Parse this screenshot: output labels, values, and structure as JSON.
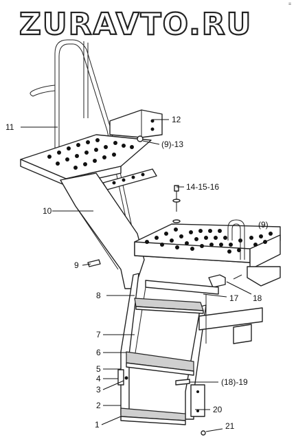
{
  "watermark": "ZURAVTO.RU",
  "corner_mark": "=",
  "callouts": [
    {
      "id": "c1",
      "text": "1"
    },
    {
      "id": "c2",
      "text": "2"
    },
    {
      "id": "c3",
      "text": "3"
    },
    {
      "id": "c4",
      "text": "4"
    },
    {
      "id": "c5",
      "text": "5"
    },
    {
      "id": "c6",
      "text": "6"
    },
    {
      "id": "c7",
      "text": "7"
    },
    {
      "id": "c8",
      "text": "8"
    },
    {
      "id": "c9",
      "text": "9"
    },
    {
      "id": "c10",
      "text": "10"
    },
    {
      "id": "c11",
      "text": "11"
    },
    {
      "id": "c12",
      "text": "12"
    },
    {
      "id": "c13",
      "text": "(9)-13"
    },
    {
      "id": "c14",
      "text": "14-15-16"
    },
    {
      "id": "c17",
      "text": "17"
    },
    {
      "id": "c18",
      "text": "18"
    },
    {
      "id": "c9b",
      "text": "(9)"
    },
    {
      "id": "c19",
      "text": "(18)-19"
    },
    {
      "id": "c20",
      "text": "20"
    },
    {
      "id": "c21",
      "text": "21"
    }
  ]
}
